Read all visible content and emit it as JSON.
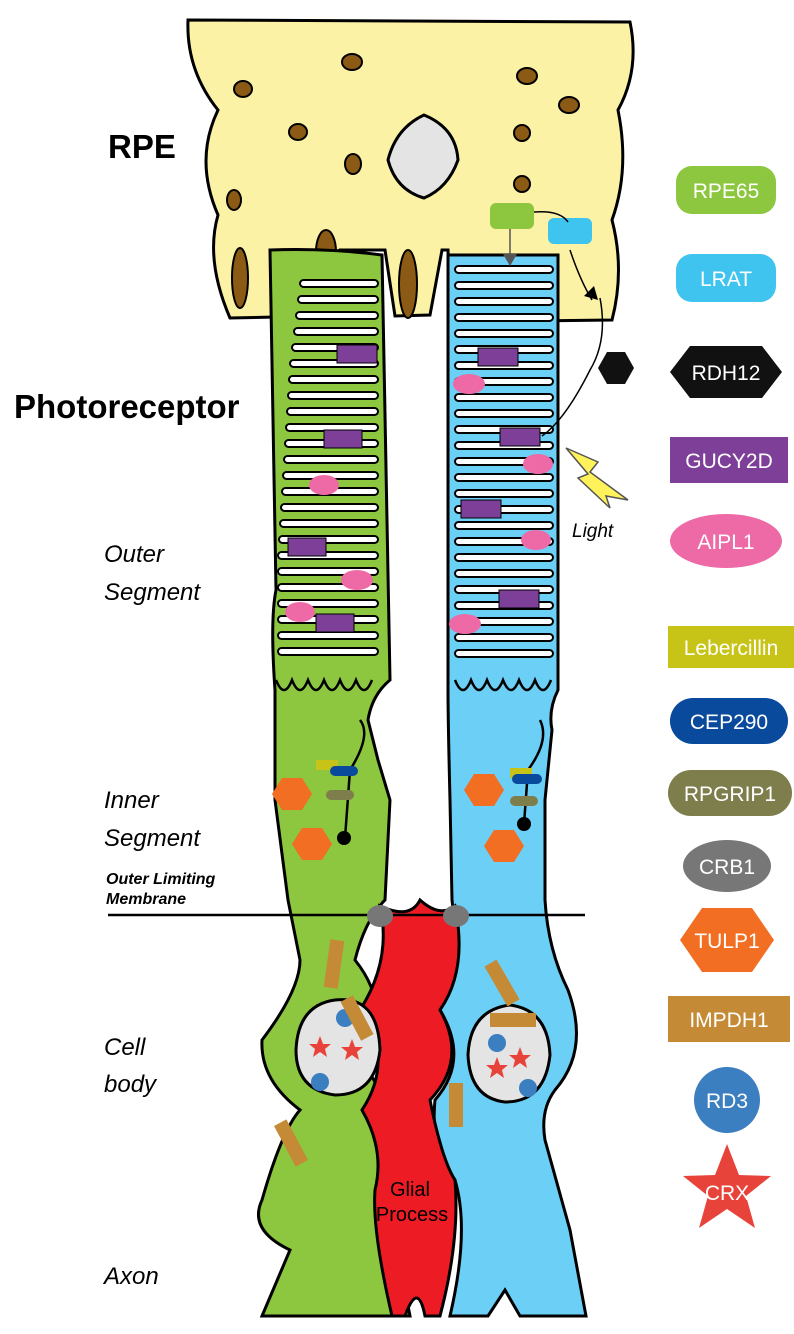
{
  "labels": {
    "rpe": "RPE",
    "photoreceptor": "Photoreceptor",
    "outer_segment_1": "Outer",
    "outer_segment_2": "Segment",
    "inner_segment_1": "Inner",
    "inner_segment_2": "Segment",
    "olm_1": "Outer Limiting",
    "olm_2": "Membrane",
    "cell_body_1": "Cell",
    "cell_body_2": "body",
    "axon": "Axon",
    "light": "Light",
    "glial_1": "Glial",
    "glial_2": "Process"
  },
  "legend": [
    {
      "name": "RPE65",
      "color": "#8dc63f",
      "shape": "rounded-rect"
    },
    {
      "name": "LRAT",
      "color": "#3fc3ef",
      "shape": "rounded-rect"
    },
    {
      "name": "RDH12",
      "color": "#111111",
      "shape": "hexagon"
    },
    {
      "name": "GUCY2D",
      "color": "#7d3f98",
      "shape": "rect"
    },
    {
      "name": "AIPL1",
      "color": "#ee6aa7",
      "shape": "ellipse"
    },
    {
      "name": "Lebercillin",
      "color": "#c8c417",
      "shape": "rect"
    },
    {
      "name": "CEP290",
      "color": "#0a4a9c",
      "shape": "pill"
    },
    {
      "name": "RPGRIP1",
      "color": "#7e7d4c",
      "shape": "pill"
    },
    {
      "name": "CRB1",
      "color": "#777777",
      "shape": "ellipse"
    },
    {
      "name": "TULP1",
      "color": "#f26e22",
      "shape": "hexagon"
    },
    {
      "name": "IMPDH1",
      "color": "#c48a35",
      "shape": "rect"
    },
    {
      "name": "RD3",
      "color": "#3b7fc0",
      "shape": "circle"
    },
    {
      "name": "CRX",
      "color": "#e8433a",
      "shape": "star"
    }
  ],
  "colors": {
    "rpe": "#fbf2a5",
    "rod": "#8dc63f",
    "cone": "#6ccff6",
    "glial": "#ed1c24",
    "melanin": "#8b5a14"
  }
}
